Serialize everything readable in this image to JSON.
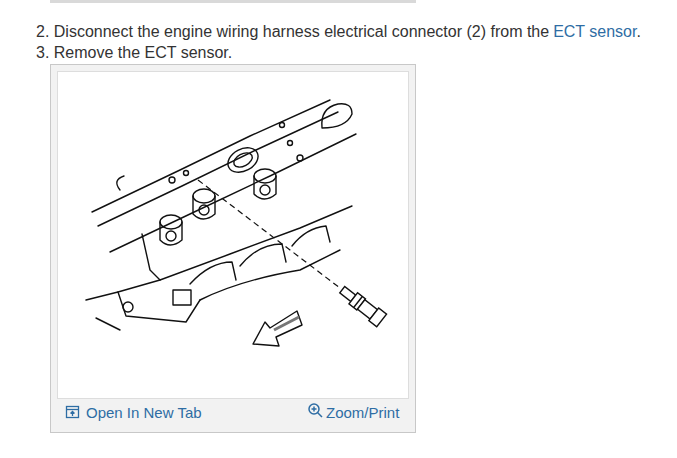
{
  "diagram": {
    "labels": [
      "2. Disconnect the engine wiring harness electrical connector (2) from the",
      "ECT sensor",
      ".",
      "3. Remove the ECT sensor.",
      "Open In New Tab",
      "Zoom/Print"
    ]
  }
}
